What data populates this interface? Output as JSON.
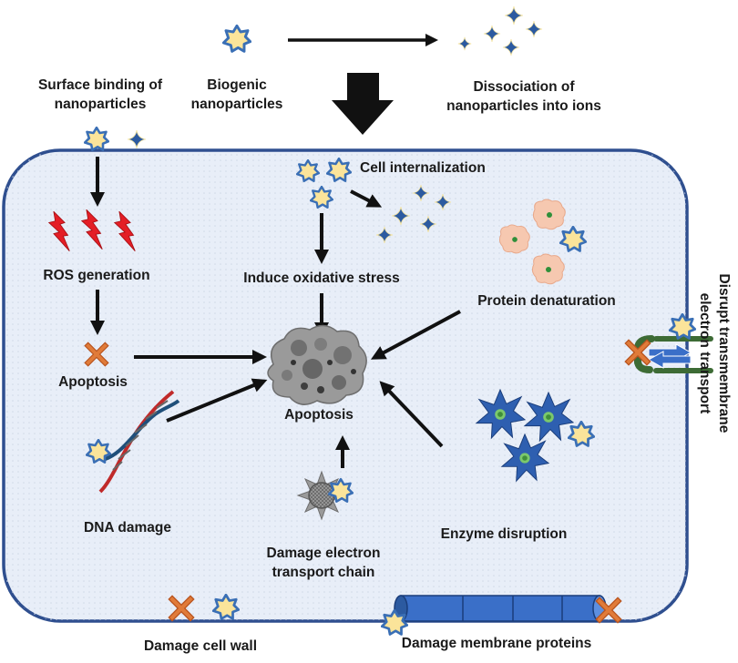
{
  "labels": {
    "surface_binding_line1": "Surface binding of",
    "surface_binding_line2": "nanoparticles",
    "biogenic_line1": "Biogenic",
    "biogenic_line2": "nanoparticles",
    "dissociation_line1": "Dissociation of",
    "dissociation_line2": "nanoparticles into ions",
    "cell_internalization": "Cell internalization",
    "ros_generation": "ROS generation",
    "induce_oxidative_stress": "Induce oxidative stress",
    "protein_denaturation": "Protein denaturation",
    "apoptosis_left": "Apoptosis",
    "apoptosis_center": "Apoptosis",
    "dna_damage": "DNA damage",
    "damage_etc_line1": "Damage electron",
    "damage_etc_line2": "transport chain",
    "enzyme_disruption": "Enzyme disruption",
    "damage_cell_wall": "Damage cell wall",
    "damage_membrane_proteins": "Damage membrane proteins",
    "disrupt_line1": "Disrupt transmembrane",
    "disrupt_line2": "electron transport"
  },
  "colors": {
    "cell_fill": "#e8eef8",
    "cell_border": "#2f4f8f",
    "star_fill": "#fbe49a",
    "star_outline": "#3a6fb5",
    "ion_fill": "#2c5aa0",
    "ros_red": "#e41e26",
    "cross_orange": "#e07b39",
    "arrow": "#111111",
    "apoptosis_gray": "#8a8a8a",
    "protein_pink": "#f6c8b0",
    "enzyme_blue": "#2e5fb0",
    "membrane_blue": "#3a6fc8",
    "transporter_green": "#3d6b35"
  }
}
